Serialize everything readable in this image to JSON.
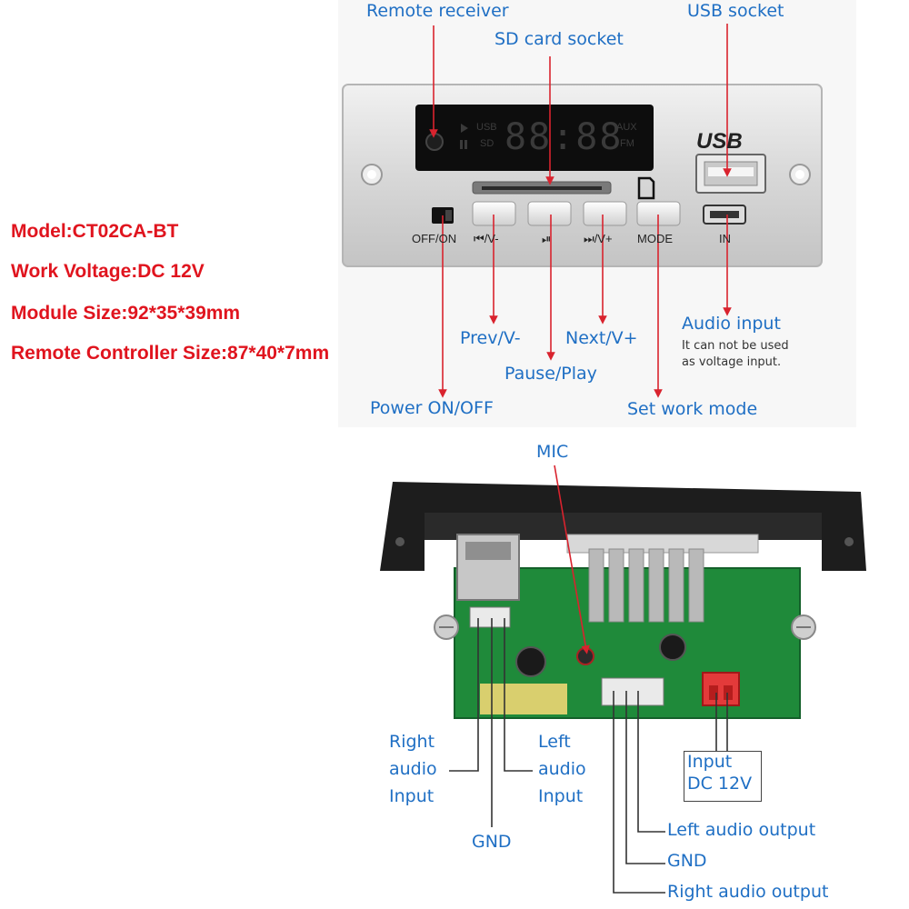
{
  "specs": {
    "model": "Model:CT02CA-BT",
    "voltage": "Work Voltage:DC 12V",
    "module_size": "Module Size:92*35*39mm",
    "remote_size": "Remote Controller Size:87*40*7mm"
  },
  "front_labels": {
    "remote_receiver": "Remote receiver",
    "sd_card_socket": "SD card socket",
    "usb_socket": "USB socket",
    "prev": "Prev/V-",
    "next": "Next/V+",
    "pause": "Pause/Play",
    "audio_input": "Audio input",
    "audio_input_note_1": "It can  not be used",
    "audio_input_note_2": "as voltage input.",
    "power": "Power ON/OFF",
    "mode": "Set work mode"
  },
  "panel": {
    "off_on": "OFF/ON",
    "prev_btn": "⏮/V-",
    "play_btn": "⏯",
    "next_btn": "⏭/V+",
    "mode_btn": "MODE",
    "in": "IN",
    "usb_logo": "USB",
    "display": "88:88",
    "disp_usb": "USB",
    "disp_sd": "SD",
    "disp_aux": "AUX",
    "disp_fm": "FM"
  },
  "back_labels": {
    "mic": "MIC",
    "right_audio_input": [
      "Right",
      "audio",
      "Input"
    ],
    "left_audio_input": [
      "Left",
      "audio",
      "Input"
    ],
    "gnd_left": "GND",
    "input_dc": [
      "Input",
      "DC 12V"
    ],
    "left_audio_output": "Left audio output",
    "gnd_right": "GND",
    "right_audio_output": "Right audio output"
  },
  "colors": {
    "label_blue": "#1f6fc4",
    "spec_red": "#e0141e",
    "pcb_green": "#1f8a3a",
    "arrow_red": "#d9232e"
  }
}
